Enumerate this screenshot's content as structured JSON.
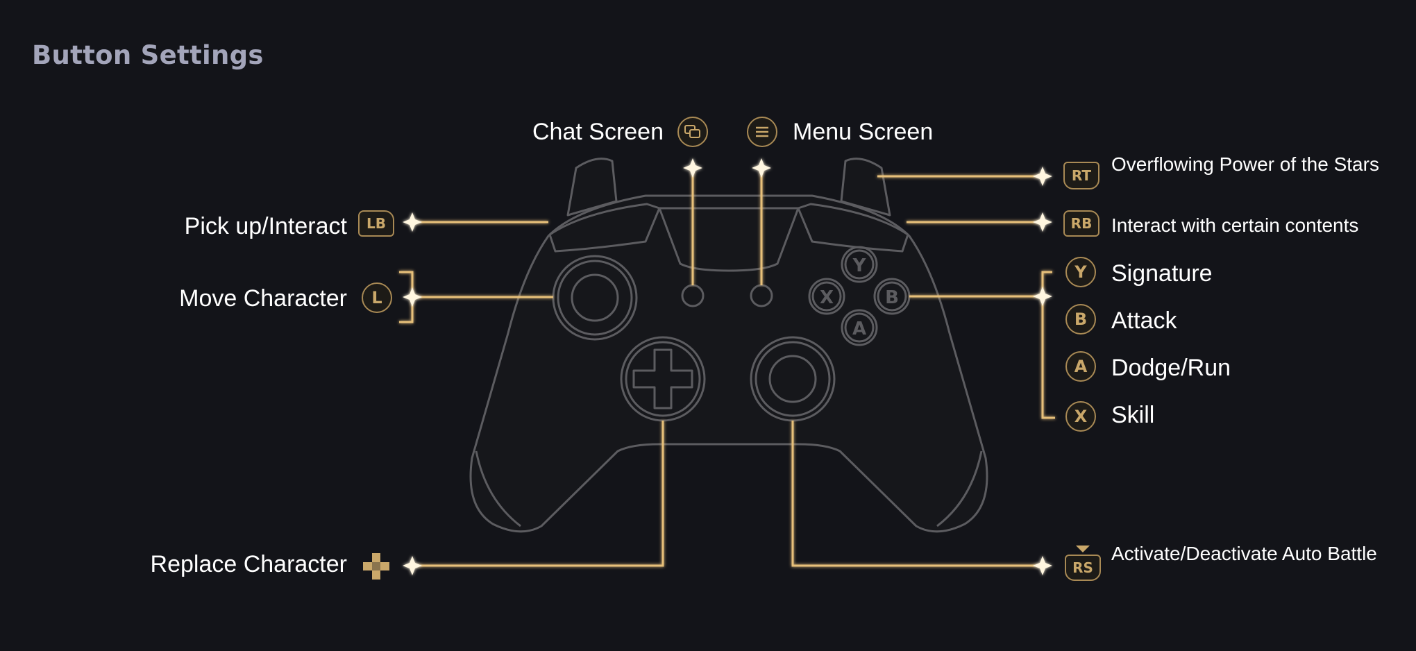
{
  "page": {
    "title": "Button Settings"
  },
  "controller": {
    "face_buttons": {
      "y": "Y",
      "x": "X",
      "b": "B",
      "a": "A"
    }
  },
  "mappings": {
    "chat_screen": {
      "label": "Chat Screen",
      "icon": "chat-windows-icon"
    },
    "menu_screen": {
      "label": "Menu Screen",
      "icon": "menu-lines-icon"
    },
    "rt": {
      "glyph": "RT",
      "label": "Overflowing Power of the Stars"
    },
    "lb": {
      "glyph": "LB",
      "label": "Pick up/Interact"
    },
    "rb": {
      "glyph": "RB",
      "label": "Interact with certain contents"
    },
    "l_stick": {
      "glyph": "L",
      "label": "Move Character"
    },
    "y": {
      "glyph": "Y",
      "label": "Signature"
    },
    "b": {
      "glyph": "B",
      "label": "Attack"
    },
    "a": {
      "glyph": "A",
      "label": "Dodge/Run"
    },
    "x": {
      "glyph": "X",
      "label": "Skill"
    },
    "dpad": {
      "icon": "dpad-icon",
      "label": "Replace Character"
    },
    "rs": {
      "glyph": "RS",
      "label": "Activate/Deactivate Auto Battle"
    }
  },
  "colors": {
    "background": "#131419",
    "accent_gold": "#e7c07a",
    "icon_gold": "#caa86a",
    "controller_outline": "#5c5c60",
    "title_gray": "#a3a5ba",
    "label_white": "#ffffff"
  }
}
